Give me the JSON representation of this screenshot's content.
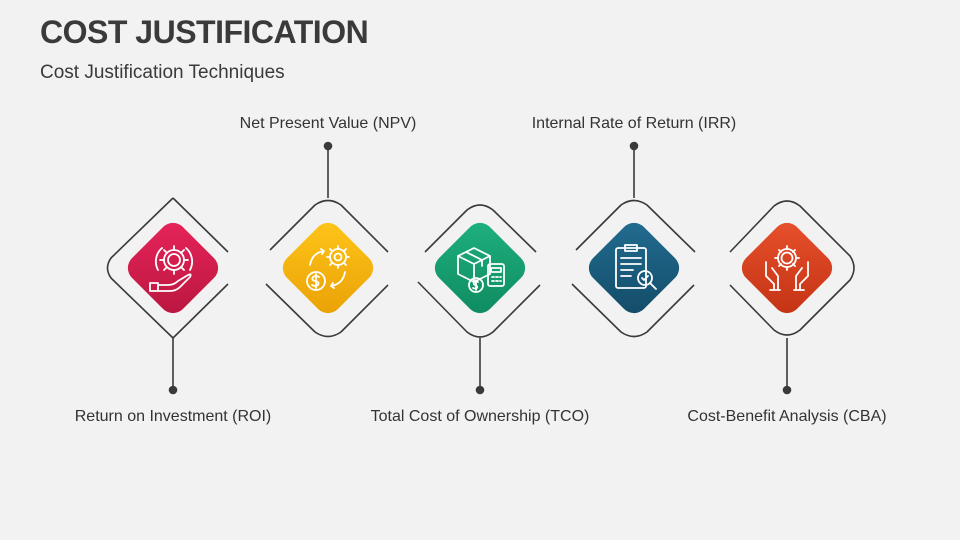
{
  "header": {
    "title": "COST JUSTIFICATION",
    "subtitle": "Cost Justification Techniques"
  },
  "steps": [
    {
      "label": "Return on Investment (ROI)",
      "color": "#d61f4d",
      "icon": "hand-money-gear-icon",
      "label_position": "bottom"
    },
    {
      "label": "Net Present Value (NPV)",
      "color": "#f5b80c",
      "icon": "gear-dollar-cycle-icon",
      "label_position": "top"
    },
    {
      "label": "Total Cost of Ownership (TCO)",
      "color": "#16a072",
      "icon": "box-calculator-icon",
      "label_position": "bottom"
    },
    {
      "label": "Internal Rate of Return (IRR)",
      "color": "#1a5c7e",
      "icon": "clipboard-check-icon",
      "label_position": "top"
    },
    {
      "label": "Cost-Benefit Analysis (CBA)",
      "color": "#d9401f",
      "icon": "hands-money-gear-icon",
      "label_position": "bottom"
    }
  ]
}
